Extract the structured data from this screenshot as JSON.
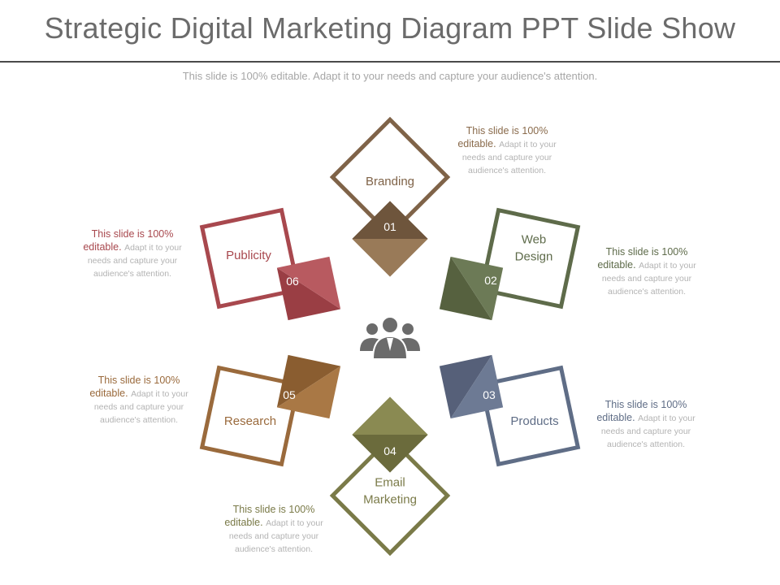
{
  "title": "Strategic Digital Marketing Diagram PPT Slide Show",
  "subtitle": "This slide is 100% editable. Adapt it to your needs and capture your audience's attention.",
  "center_icon": "people-group-icon",
  "nodes": [
    {
      "num": "01",
      "label_lines": [
        "Branding"
      ],
      "color": "#7f6348",
      "color_dark": "#6e553c",
      "color_light": "#997a58",
      "note": {
        "highlight": "This slide is 100% editable.",
        "rest": "Adapt it to your needs and capture your audience's attention.",
        "hl_color": "#8a6b4c"
      }
    },
    {
      "num": "02",
      "label_lines": [
        "Web",
        "Design"
      ],
      "color": "#5e6b4a",
      "color_dark": "#56613f",
      "color_light": "#6c7a56",
      "note": {
        "highlight": "This slide is 100% editable.",
        "rest": "Adapt it to your needs and capture your audience's attention.",
        "hl_color": "#5e6b4a"
      }
    },
    {
      "num": "03",
      "label_lines": [
        "Products"
      ],
      "color": "#5f6d86",
      "color_dark": "#566079",
      "color_light": "#6d7a94",
      "note": {
        "highlight": "This slide is 100% editable.",
        "rest": "Adapt it to your needs and capture your audience's attention.",
        "hl_color": "#5f6d86"
      }
    },
    {
      "num": "04",
      "label_lines": [
        "Email",
        "Marketing"
      ],
      "color": "#7a7a48",
      "color_dark": "#6b6b3c",
      "color_light": "#8a8a52",
      "note": {
        "highlight": "This slide is 100% editable.",
        "rest": "Adapt it to your needs and capture your audience's attention.",
        "hl_color": "#7a7a48"
      }
    },
    {
      "num": "05",
      "label_lines": [
        "Research"
      ],
      "color": "#9a6a3c",
      "color_dark": "#8a5d30",
      "color_light": "#a97845",
      "note": {
        "highlight": "This slide is 100% editable.",
        "rest": "Adapt it to your needs and capture your audience's attention.",
        "hl_color": "#9a6a3c"
      }
    },
    {
      "num": "06",
      "label_lines": [
        "Publicity"
      ],
      "color": "#a8484e",
      "color_dark": "#9a3e44",
      "color_light": "#b85a60",
      "note": {
        "highlight": "This slide is 100% editable.",
        "rest": "Adapt it to your needs and capture your audience's attention.",
        "hl_color": "#a8484e"
      }
    }
  ]
}
